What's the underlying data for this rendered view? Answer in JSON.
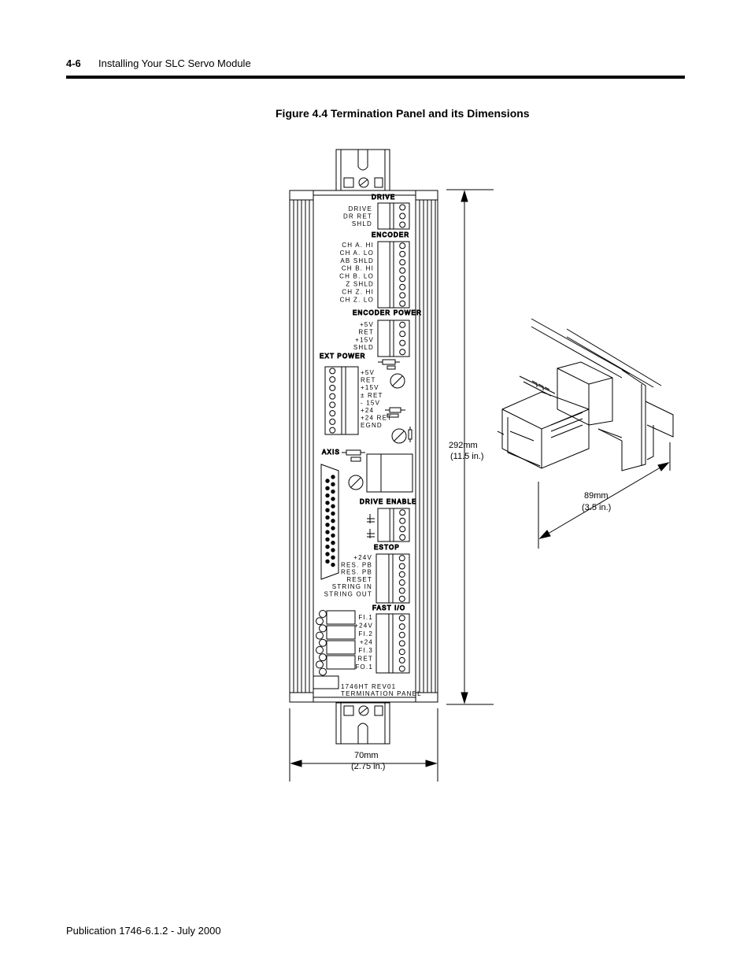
{
  "header": {
    "page_number": "4-6",
    "title": "Installing Your SLC Servo Module"
  },
  "figure": {
    "caption": "Figure 4.4 Termination Panel and its Dimensions",
    "sections": {
      "drive": "DRIVE",
      "encoder": "ENCODER",
      "encoder_power": "ENCODER POWER",
      "ext_power": "EXT POWER",
      "axis": "AXIS",
      "drive_enable": "DRIVE ENABLE",
      "estop": "ESTOP",
      "fast_io": "FAST I/O"
    },
    "drive_pins": [
      "DRIVE",
      "DR RET",
      "SHLD"
    ],
    "encoder_pins": [
      "CH A. HI",
      "CH A. LO",
      "AB SHLD",
      "CH B. HI",
      "CH B. LO",
      "Z SHLD",
      "CH Z. HI",
      "CH Z. LO"
    ],
    "encoder_power_pins": [
      "+5V",
      "RET",
      "+15V",
      "SHLD"
    ],
    "ext_power_pins": [
      "+5V",
      "RET",
      "+15V",
      "± RET",
      "- 15V",
      "+24",
      "+24 RET",
      "EGND"
    ],
    "estop_pins": [
      "+24V",
      "RES. PB",
      "RES. PB",
      "RESET",
      "STRING IN",
      "STRING OUT"
    ],
    "fast_io_pins": [
      "FI.1",
      "+24V",
      "FI.2",
      "+24",
      "FI.3",
      "RET",
      "FO.1"
    ],
    "panel_id_line1": "1746HT REV01",
    "panel_id_line2": "TERMINATION PANEL",
    "dimensions": {
      "height_mm": "292mm",
      "height_in": "(11.5 in.)",
      "depth_mm": "89mm",
      "depth_in": "(3.5 in.)",
      "width_mm": "70mm",
      "width_in": "(2.75 in.)"
    }
  },
  "footer": {
    "publication": "Publication 1746-6.1.2 - July 2000"
  }
}
